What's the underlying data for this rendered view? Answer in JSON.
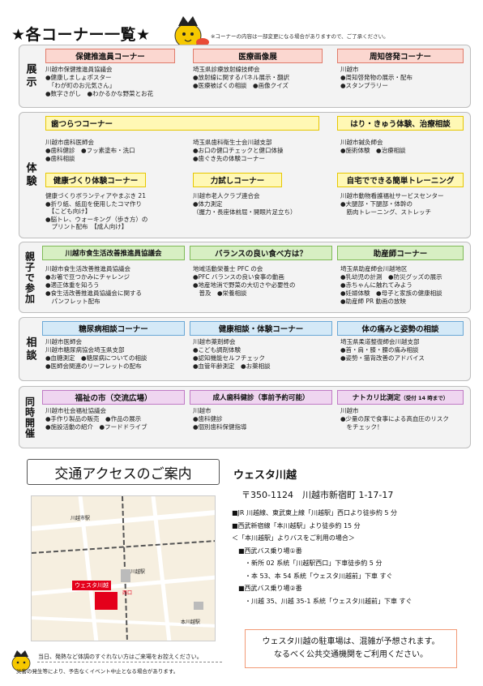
{
  "header": {
    "title": "★各コーナー一覧★",
    "note": "※コーナーの内容は一部変更になる場合がありますので、ご了承ください。"
  },
  "sections": {
    "exhibit": {
      "label": "展示",
      "cards": [
        {
          "title": "保健推進員コーナー",
          "lines": [
            "川越市保健推進員協議会",
            "●健康しましょポスター",
            "　「わが町のお元気さん」",
            "●数字さがし　●わかるかな野菜とお花"
          ]
        },
        {
          "title": "医療画像展",
          "lines": [
            "埼玉県診療放射線技師会",
            "●放射線に関するパネル展示・翻訳",
            "●医療被ばくの相談　●画像クイズ"
          ]
        },
        {
          "title": "周知啓発コーナー",
          "lines": [
            "川越市",
            "●周知啓発物の展示・配布",
            "●スタンプラリー"
          ]
        }
      ]
    },
    "experience": {
      "label": "体験",
      "cards": [
        {
          "title": "歯つらつコーナー",
          "lines": [
            "川越市歯科医師会",
            "●歯科健診　●フッ素塗布・洗口",
            "●歯科相談"
          ]
        },
        {
          "title": "",
          "lines": [
            "埼玉県歯科衛生士会川越支部",
            "●お口の健口チェックと健口体操",
            "●歯ぐき先の体験コーナー"
          ]
        },
        {
          "title": "はり・きゅう体験、治療相談",
          "lines": [
            "川越市鍼灸師会",
            "●施術体験　●治療相談"
          ]
        },
        {
          "title": "健康づくり体験コーナー",
          "lines": [
            "健康づくりボランティアやまぶき 21",
            "●折り紙、紙皿を使用したコマ作り",
            "　【こども向け】",
            "●脳トレ、ウォーキング（歩き方）の",
            "　プリント配布　【成人向け】"
          ]
        },
        {
          "title": "力試しコーナー",
          "lines": [
            "川越市老人クラブ連合会",
            "●体力測定",
            "（握力・長座体前屈・開眼片足立ち）"
          ]
        },
        {
          "title": "自宅でできる簡単トレーニング",
          "lines": [
            "川越市動物看護福祉サービスセンター",
            "●大腿部・下腿部・体幹の",
            "　筋肉トレーニング、ストレッチ"
          ]
        }
      ]
    },
    "parent": {
      "label": "親子で参加",
      "cards": [
        {
          "title": "川越市食生活改善推進員協議会",
          "lines": [
            "川越市食生活改善推進員協議会",
            "●お箸で豆つかみにチャレンジ",
            "●適正体重を知ろう",
            "●食生活改善推進員協議会に関する",
            "　パンフレット配布"
          ]
        },
        {
          "title": "バランスの良い食べ方は？",
          "lines": [
            "地域活動栄養士 PFC の会",
            "●PFC バランスの良い食事の動画",
            "●地産地消で野菜の大切さや必要性の",
            "　普及　●栄養相談"
          ]
        },
        {
          "title": "助産師コーナー",
          "lines": [
            "埼玉県助産師会川越地区",
            "●乳幼児の計測　●防災グッズの展示",
            "●赤ちゃんに触れてみよう",
            "●妊婦体験　●母子と家族の健康相談",
            "●助産師 PR 動画の放映"
          ]
        }
      ]
    },
    "consult": {
      "label": "相談",
      "cards": [
        {
          "title": "糖尿病相談コーナー",
          "lines": [
            "川越市医師会",
            "川越市糖尿病協会埼玉県支部",
            "●血糖測定　●糖尿病についての相談",
            "●医師会関連のリーフレットの配布"
          ]
        },
        {
          "title": "健康相談・体験コーナー",
          "lines": [
            "川越市薬剤師会",
            "●こども調剤体験",
            "●認知機能セルフチェック",
            "●血管年齢測定　●お薬相談"
          ]
        },
        {
          "title": "体の痛みと姿勢の相談",
          "lines": [
            "埼玉県柔道整復師会川越支部",
            "●首・肩・膝・腰の痛み相談",
            "●姿勢・猫背改善のアドバイス"
          ]
        }
      ]
    },
    "simultaneous": {
      "label": "同時開催",
      "cards": [
        {
          "title": "福祉の市（交流広場）",
          "lines": [
            "川越市社会福祉協議会",
            "●手作り製品の販売　●作品の展示",
            "●施設活動の紹介　●フードドライブ"
          ]
        },
        {
          "title": "成人歯科健診（事前予約可能）",
          "lines": [
            "川越市",
            "●歯科健診",
            "●個別歯科保健指導"
          ]
        },
        {
          "title": "ナトカリ比測定",
          "title_small": "（受付 14 時まで）",
          "lines": [
            "川越市",
            "●少量の尿で食事による高血圧のリスク",
            "　をチェック！"
          ]
        }
      ]
    }
  },
  "access": {
    "title": "交通アクセスのご案内",
    "venue": "ウェスタ川越",
    "address": "〒350-1124　川越市新宿町 1-17-17",
    "routes": [
      "■JR 川越線、東武東上線「川越駅」西口より徒歩約 5 分",
      "■西武新宿線「本川越駅」より徒歩約 15 分",
      "＜「本川越駅」よりバスをご利用の場合＞",
      "　■西武バス乗り場①番",
      "　　・新所 02 系統「川越駅西口」下車徒歩約 5 分",
      "　　・本 53、本 54 系統「ウェスタ川越前」下車 すぐ",
      "　■西武バス乗り場②番",
      "　　・川越 35、川越 35-1 系統「ウェスタ川越前」下車 すぐ"
    ],
    "map_labels": {
      "station": "川越駅",
      "west_exit": "西口",
      "venue_marker": "ウェスタ川越",
      "hon": "本川越駅",
      "kawagoe_city": "川越市駅"
    }
  },
  "parking": {
    "line1": "ウェスタ川越の駐車場は、混雑が予想されます。",
    "line2": "なるべく公共交通機関をご利用ください。"
  },
  "footer": {
    "line1": "当日、発熱など体調のすぐれない方はご来場をお控えください。",
    "line2": "災害の発生等により、予告なくイベント中止となる場合があります。"
  },
  "colors": {
    "pink": "#fbd7d0",
    "yellow": "#fff8b5",
    "green": "#d7efc3",
    "blue": "#d4e9f7",
    "violet": "#efd5f0",
    "venue_red": "#e4001b"
  }
}
